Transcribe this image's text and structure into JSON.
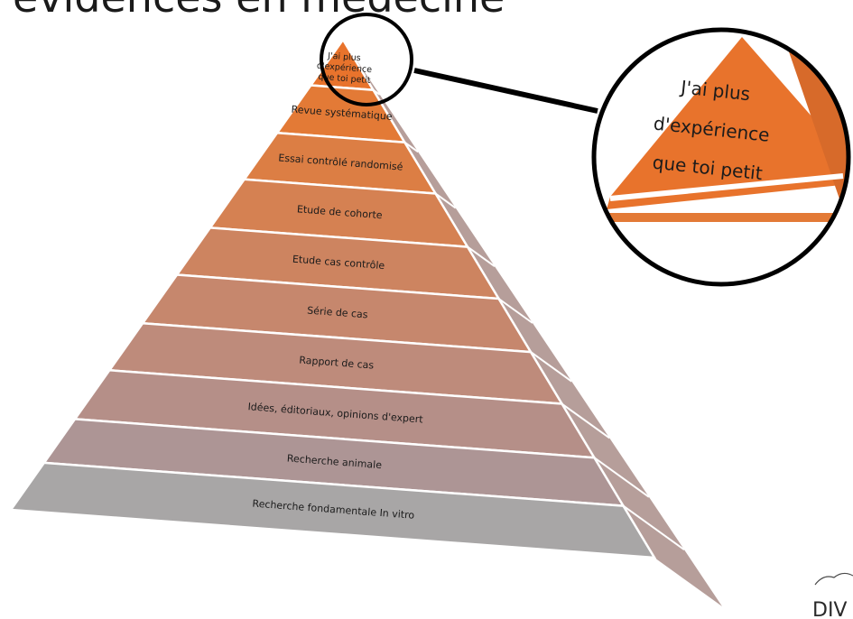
{
  "title": "évidences en médecine",
  "pyramid": {
    "top_level": {
      "label_lines": [
        "J'ai plus",
        "d'expérience",
        "que toi petit"
      ],
      "color": "#e8732c"
    },
    "levels": [
      {
        "label": "Revue systématique",
        "color": "#e37a36"
      },
      {
        "label": "Essai contrôlé randomisé",
        "color": "#dc7e44"
      },
      {
        "label": "Etude de cohorte",
        "color": "#d58152"
      },
      {
        "label": "Etude cas contrôle",
        "color": "#cd8460"
      },
      {
        "label": "Série de cas",
        "color": "#c6876d"
      },
      {
        "label": "Rapport de cas",
        "color": "#be8b7b"
      },
      {
        "label": "Idées, éditoriaux, opinions d'expert",
        "color": "#b58f88"
      },
      {
        "label": "Recherche animale",
        "color": "#ad9595"
      },
      {
        "label": "Recherche fondamentale In vitro",
        "color": "#a8a6a6"
      }
    ]
  },
  "zoom_callout": {
    "label_lines": [
      "J'ai plus",
      "d'expérience",
      "que toi petit"
    ],
    "color": "#e8732c"
  },
  "logo": {
    "text": "DIV"
  }
}
